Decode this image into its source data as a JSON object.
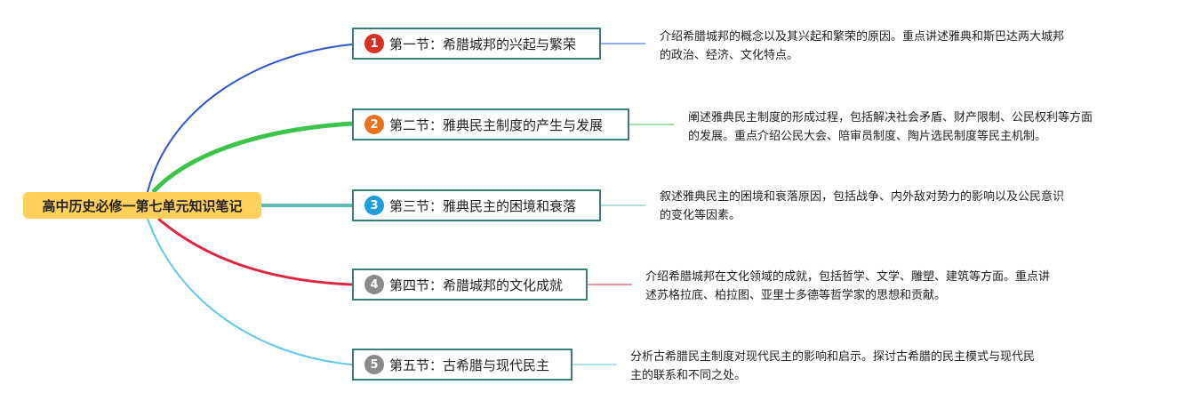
{
  "root": {
    "title": "高中历史必修一第七单元知识笔记",
    "color": "#ffd15a"
  },
  "branches": [
    {
      "num": "1",
      "title": "第一节：希腊城邦的兴起与繁荣",
      "badge_color": "#d93025",
      "line_color": "#2c57cf",
      "note_line1": "介绍希腊城邦的概念以及其兴起和繁荣的原因。重点讲述雅典和斯巴达两大城邦",
      "note_line2": "的政治、经济、文化特点。"
    },
    {
      "num": "2",
      "title": "第二节：雅典民主制度的产生与发展",
      "badge_color": "#e8731f",
      "line_color": "#3cc54a",
      "note_line1": "阐述雅典民主制度的形成过程，包括解决社会矛盾、财产限制、公民权利等方面",
      "note_line2": "的发展。重点介绍公民大会、陪审员制度、陶片选民制度等民主机制。"
    },
    {
      "num": "3",
      "title": "第三节：雅典民主的困境和衰落",
      "badge_color": "#1e9ed9",
      "line_color": "#5cbcb3",
      "note_line1": "叙述雅典民主的困境和衰落原因，包括战争、内外敌对势力的影响以及公民意识",
      "note_line2": "的变化等因素。"
    },
    {
      "num": "4",
      "title": "第四节：希腊城邦的文化成就",
      "badge_color": "#8a8a8a",
      "line_color": "#e0263f",
      "note_line1": "介绍希腊城邦在文化领域的成就，包括哲学、文学、雕塑、建筑等方面。重点讲",
      "note_line2": "述苏格拉底、柏拉图、亚里士多德等哲学家的思想和贡献。"
    },
    {
      "num": "5",
      "title": "第五节：古希腊与现代民主",
      "badge_color": "#8a8a8a",
      "line_color": "#5fc8ec",
      "note_line1": "分析古希腊民主制度对现代民主的影响和启示。探讨古希腊的民主模式与现代民",
      "note_line2": "主的联系和不同之处。"
    }
  ]
}
